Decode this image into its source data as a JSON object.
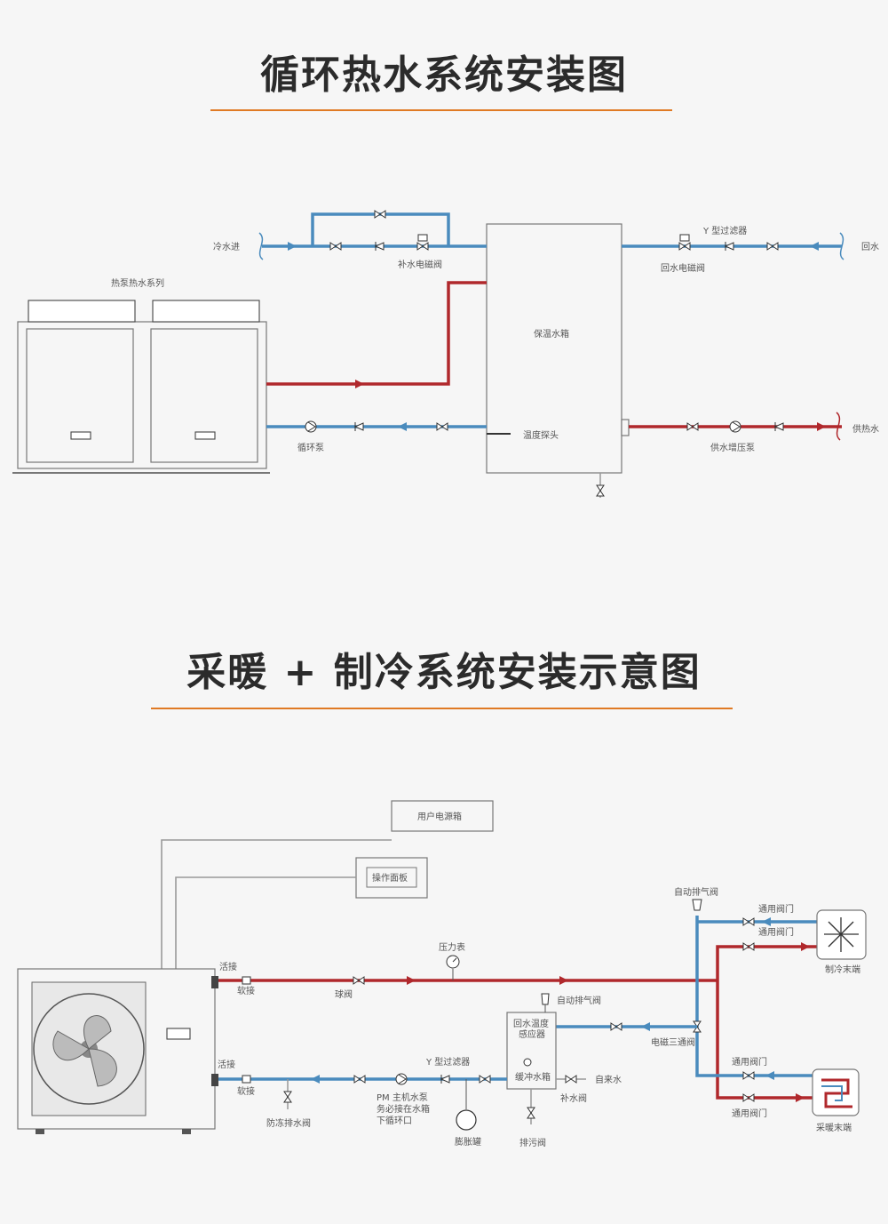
{
  "section1": {
    "title": "循环热水系统安装图",
    "labels": {
      "cold_in": "冷水进",
      "makeup_valve": "补水电磁阀",
      "heat_pump": "热泵热水系列",
      "tank": "保温水箱",
      "probe": "温度探头",
      "circ_pump": "循环泵",
      "y_filter": "Y 型过滤器",
      "return_valve": "回水电磁阀",
      "return_water": "回水",
      "supply_hot": "供热水",
      "boost_pump": "供水增压泵"
    }
  },
  "section2": {
    "title": "采暖 + 制冷系统安装示意图",
    "labels": {
      "power_box": "用户电源箱",
      "panel": "操作面板",
      "union1": "活接",
      "soft1": "软接",
      "union2": "活接",
      "soft2": "软接",
      "pressure_gauge": "压力表",
      "ball_valve": "球阀",
      "auto_vent_top": "自动排气阀",
      "general_valve1": "通用阀门",
      "general_valve2": "通用阀门",
      "cooling_end": "制冷末端",
      "auto_vent_tank": "自动排气阀",
      "return_sensor": "回水温度\n感应器",
      "three_way": "电磁三通阀",
      "general_valve3": "通用阀门",
      "general_valve4": "通用阀门",
      "heating_end": "采暖末端",
      "y_filter": "Y 型过滤器",
      "buffer_tank": "缓冲水箱",
      "tap_water": "自来水",
      "makeup_valve": "补水阀",
      "drain_valve": "排污阀",
      "expansion_tank": "膨胀罐",
      "antifreeze_valve": "防冻排水阀",
      "pm_note": "PM 主机水泵\n务必接在水箱\n下循环口"
    }
  },
  "colors": {
    "hot": "#b0282c",
    "cold": "#4a8bbd",
    "accent": "#e07a24"
  }
}
